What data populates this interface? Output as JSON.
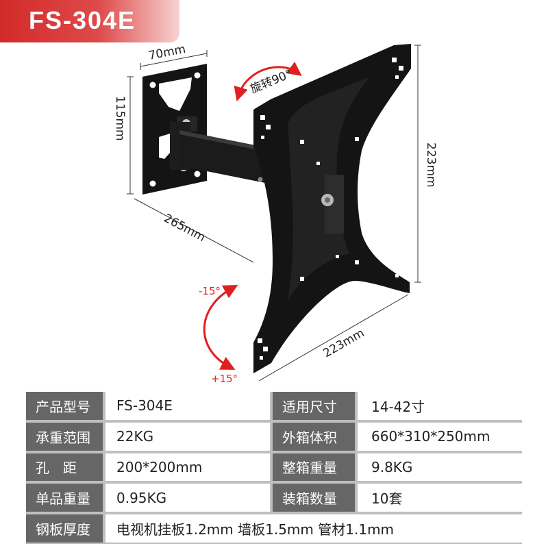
{
  "product": {
    "model_badge": "FS-304E"
  },
  "dimensions": {
    "wall_plate_width": "70mm",
    "wall_plate_height": "115mm",
    "arm_length": "265mm",
    "tv_plate_height": "223mm",
    "tv_plate_width": "223mm"
  },
  "rotation": {
    "label": "旋转90°"
  },
  "tilt": {
    "up": "-15°",
    "down": "+15°"
  },
  "colors": {
    "badge_red": "#d22a28",
    "header_gray": "#666666",
    "grid_gray": "#bfbfbf",
    "bracket_black": "#141414",
    "arrow_red": "#e02020"
  },
  "specs": {
    "rows": [
      [
        {
          "label": "产品型号",
          "value": "FS-304E"
        },
        {
          "label": "适用尺寸",
          "value": "14-42寸"
        }
      ],
      [
        {
          "label": "承重范围",
          "value": "22KG"
        },
        {
          "label": "外箱体积",
          "value": "660*310*250mm"
        }
      ],
      [
        {
          "label": "孔　距",
          "value": "200*200mm"
        },
        {
          "label": "整箱重量",
          "value": "9.8KG"
        }
      ],
      [
        {
          "label": "单品重量",
          "value": "0.95KG"
        },
        {
          "label": "装箱数量",
          "value": "10套"
        }
      ]
    ],
    "last_row": {
      "label": "钢板厚度",
      "value": "电视机挂板1.2mm 墙板1.5mm 管材1.1mm"
    }
  }
}
